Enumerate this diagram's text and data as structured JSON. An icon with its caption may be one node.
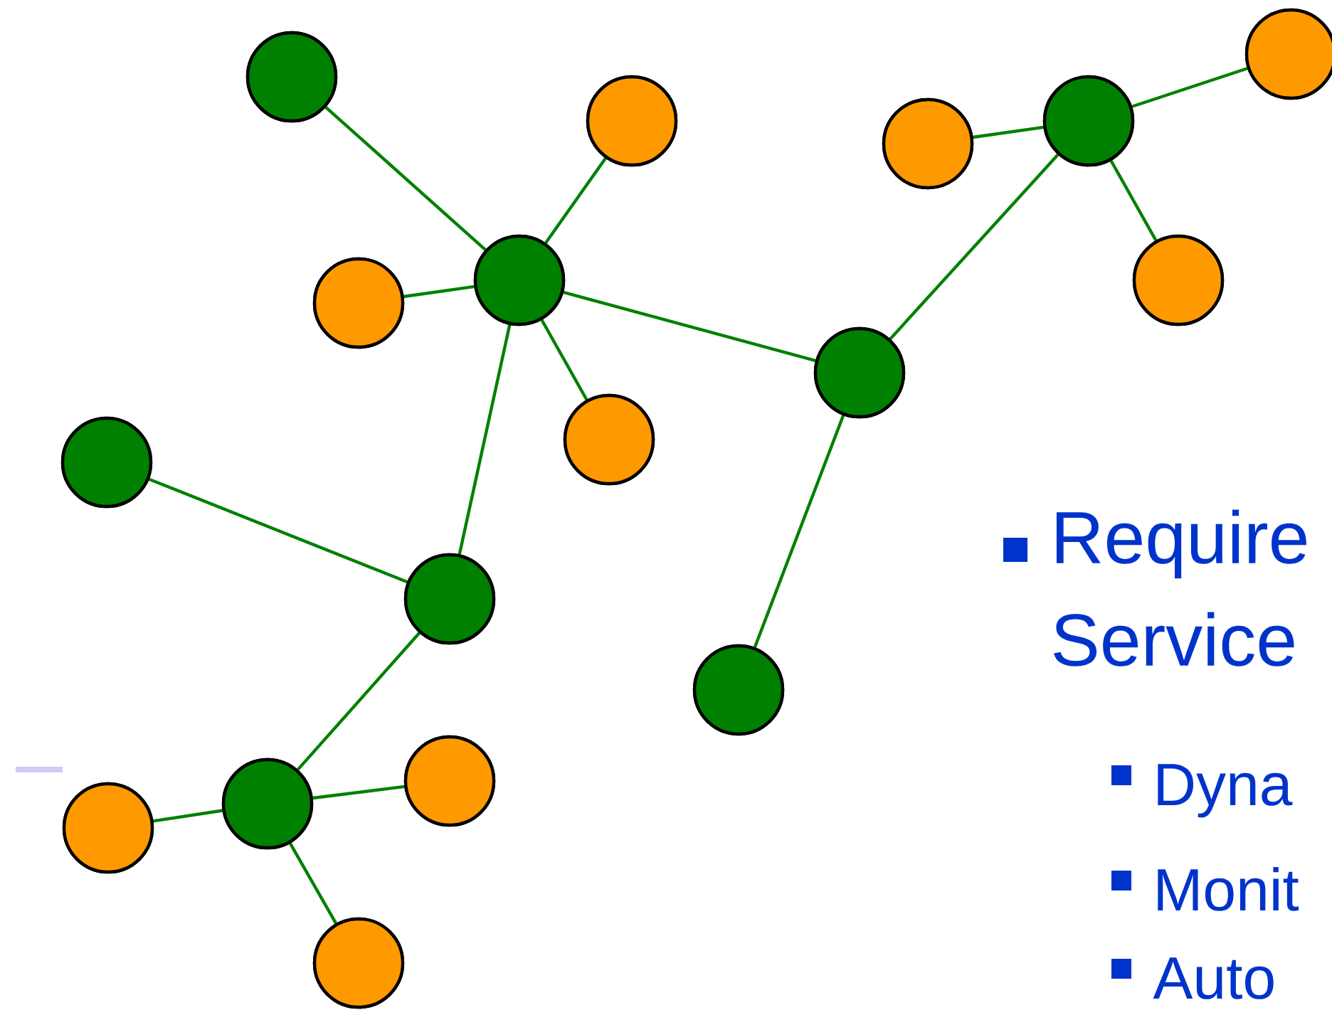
{
  "diagram": {
    "nodes": [
      {
        "text": [],
        "shape": "circle"
      },
      {
        "text": [],
        "shape": "circle"
      },
      {
        "text": [],
        "shape": "circle"
      },
      {
        "text": [],
        "shape": "circle"
      },
      {
        "text": [],
        "shape": "circle"
      },
      {
        "text": [],
        "shape": "circle"
      },
      {
        "text": [],
        "shape": "circle"
      },
      {
        "text": [],
        "shape": "circle"
      },
      {
        "text": [],
        "shape": "circle"
      },
      {
        "text": [],
        "shape": "circle"
      },
      {
        "text": [],
        "shape": "circle"
      },
      {
        "text": [],
        "shape": "circle"
      },
      {
        "text": [],
        "shape": "circle"
      },
      {
        "text": [],
        "shape": "circle"
      },
      {
        "text": [],
        "shape": "circle"
      },
      {
        "text": [],
        "shape": "circle"
      },
      {
        "text": [],
        "shape": "circle"
      }
    ],
    "edges": [
      {
        "from": 1,
        "to": 5,
        "arrow": "none"
      },
      {
        "from": 2,
        "to": 5,
        "arrow": "none"
      },
      {
        "from": 7,
        "to": 5,
        "arrow": "none"
      },
      {
        "from": 9,
        "to": 5,
        "arrow": "none"
      },
      {
        "from": 5,
        "to": 8,
        "arrow": "none"
      },
      {
        "from": 5,
        "to": 11,
        "arrow": "none"
      },
      {
        "from": 8,
        "to": 3,
        "arrow": "none"
      },
      {
        "from": 8,
        "to": 12,
        "arrow": "none"
      },
      {
        "from": 4,
        "to": 3,
        "arrow": "none"
      },
      {
        "from": 0,
        "to": 3,
        "arrow": "none"
      },
      {
        "from": 6,
        "to": 3,
        "arrow": "none"
      },
      {
        "from": 10,
        "to": 11,
        "arrow": "none"
      },
      {
        "from": 11,
        "to": 14,
        "arrow": "none"
      },
      {
        "from": 13,
        "to": 14,
        "arrow": "none"
      },
      {
        "from": 15,
        "to": 14,
        "arrow": "none"
      },
      {
        "from": 16,
        "to": 14,
        "arrow": "none"
      }
    ],
    "labels": [
      "Require Service",
      "Dyna",
      "Monit",
      "Auto"
    ]
  }
}
